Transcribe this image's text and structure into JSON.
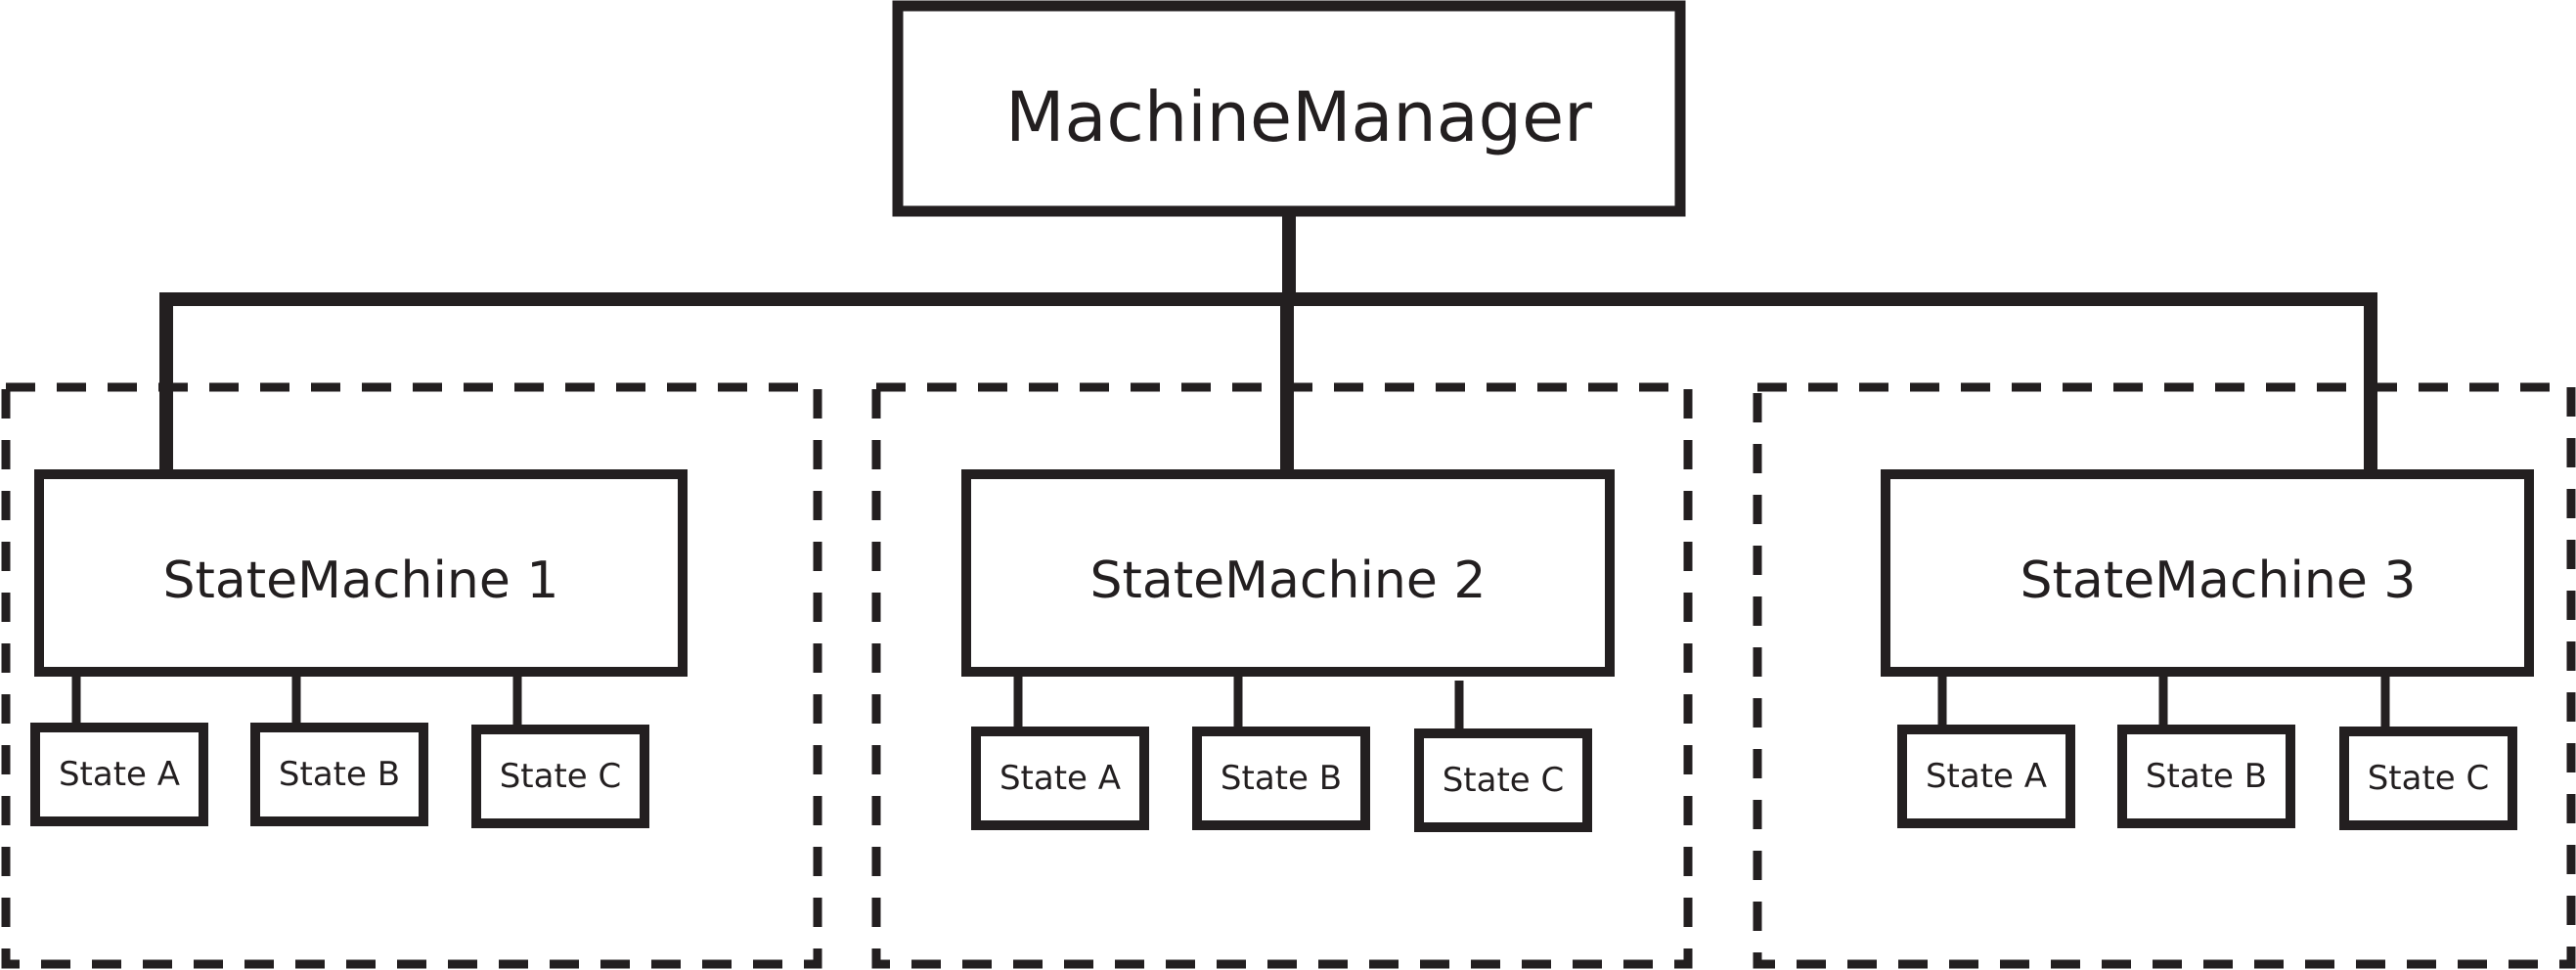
{
  "diagram": {
    "root": {
      "label": "MachineManager"
    },
    "machines": [
      {
        "label": "StateMachine 1",
        "states": [
          {
            "label": "State A"
          },
          {
            "label": "State B"
          },
          {
            "label": "State C"
          }
        ]
      },
      {
        "label": "StateMachine 2",
        "states": [
          {
            "label": "State A"
          },
          {
            "label": "State B"
          },
          {
            "label": "State C"
          }
        ]
      },
      {
        "label": "StateMachine 3",
        "states": [
          {
            "label": "State A"
          },
          {
            "label": "State B"
          },
          {
            "label": "State C"
          }
        ]
      }
    ]
  }
}
